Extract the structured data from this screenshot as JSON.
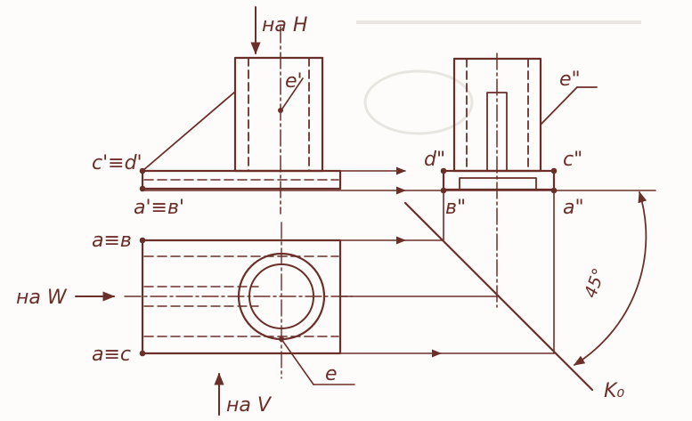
{
  "labels": {
    "na_h": "на H",
    "na_w": "на W",
    "na_v": "на V",
    "c_prime_eq_d_prime": "c'≡d'",
    "a_prime_eq_b_prime": "a'≡в'",
    "a_eq_b": "a≡в",
    "a_eq_c": "a≡c",
    "e_prime": "e'",
    "e_double": "e\"",
    "e": "e",
    "d_double": "d\"",
    "c_double": "c\"",
    "b_double": "в\"",
    "a_double": "a\"",
    "k0": "K₀",
    "angle_45": "45°"
  }
}
